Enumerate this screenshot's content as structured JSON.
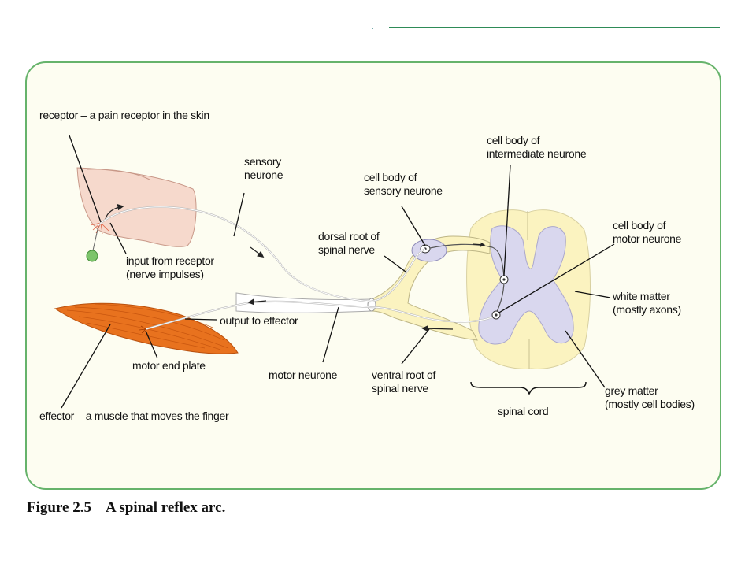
{
  "labels": {
    "receptor": "receptor – a pain receptor in the skin",
    "sensory_neurone": [
      "sensory",
      "neurone"
    ],
    "cell_body_sensory": [
      "cell body of",
      "sensory neurone"
    ],
    "cell_body_intermediate": [
      "cell body of",
      "intermediate neurone"
    ],
    "cell_body_motor": [
      "cell body of",
      "motor neurone"
    ],
    "dorsal_root": [
      "dorsal root of",
      "spinal nerve"
    ],
    "input_from_receptor": [
      "input from receptor",
      "(nerve impulses)"
    ],
    "white_matter": [
      "white matter",
      "(mostly axons)"
    ],
    "output_to_effector": "output to effector",
    "motor_end_plate": "motor end plate",
    "motor_neurone": "motor neurone",
    "ventral_root": [
      "ventral root of",
      "spinal nerve"
    ],
    "grey_matter": [
      "grey matter",
      "(mostly cell bodies)"
    ],
    "spinal_cord": "spinal cord",
    "effector": "effector – a muscle that moves the finger"
  },
  "caption": {
    "number": "Figure 2.5",
    "text": "A spinal reflex arc."
  },
  "colors": {
    "panel_border": "#66b36b",
    "spinal_cord": "#fbf3c0",
    "grey_matter": "#d9d7ee",
    "muscle": "#e8721e",
    "skin": "#f6d9cc",
    "receptor_bulb": "#7cc46a"
  }
}
